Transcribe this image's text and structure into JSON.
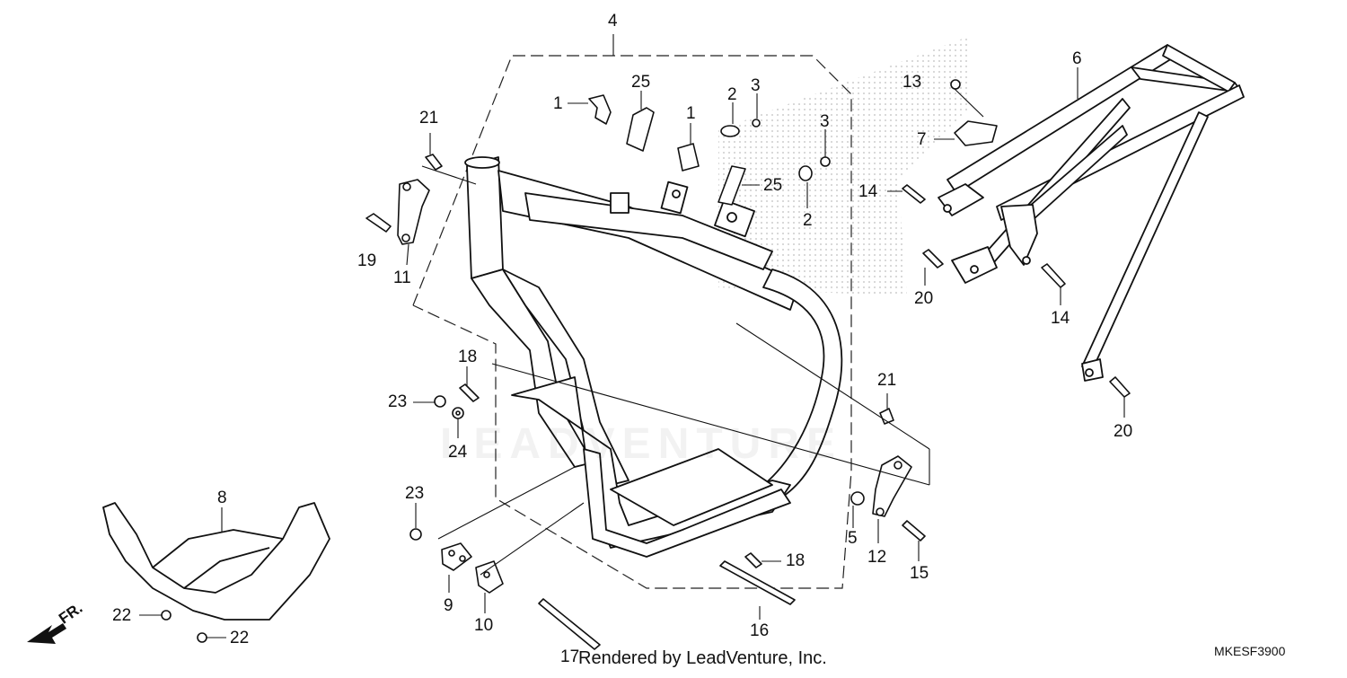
{
  "diagram": {
    "credit": "Rendered by LeadVenture, Inc.",
    "diagram_code": "MKESF3900",
    "direction_label": "FR.",
    "watermark": "LEADVENTURE"
  },
  "callouts": [
    {
      "id": "c4",
      "text": "4"
    },
    {
      "id": "c1a",
      "text": "1"
    },
    {
      "id": "c25a",
      "text": "25"
    },
    {
      "id": "c2a",
      "text": "2"
    },
    {
      "id": "c3a",
      "text": "3"
    },
    {
      "id": "c1b",
      "text": "1"
    },
    {
      "id": "c3b",
      "text": "3"
    },
    {
      "id": "c25b",
      "text": "25"
    },
    {
      "id": "c2b",
      "text": "2"
    },
    {
      "id": "c21a",
      "text": "21"
    },
    {
      "id": "c19",
      "text": "19"
    },
    {
      "id": "c11",
      "text": "11"
    },
    {
      "id": "c13",
      "text": "13"
    },
    {
      "id": "c6",
      "text": "6"
    },
    {
      "id": "c7",
      "text": "7"
    },
    {
      "id": "c14a",
      "text": "14"
    },
    {
      "id": "c20a",
      "text": "20"
    },
    {
      "id": "c14b",
      "text": "14"
    },
    {
      "id": "c20b",
      "text": "20"
    },
    {
      "id": "c21b",
      "text": "21"
    },
    {
      "id": "c18a",
      "text": "18"
    },
    {
      "id": "c23a",
      "text": "23"
    },
    {
      "id": "c24",
      "text": "24"
    },
    {
      "id": "c8",
      "text": "8"
    },
    {
      "id": "c23b",
      "text": "23"
    },
    {
      "id": "c9",
      "text": "9"
    },
    {
      "id": "c10",
      "text": "10"
    },
    {
      "id": "c22a",
      "text": "22"
    },
    {
      "id": "c22b",
      "text": "22"
    },
    {
      "id": "c17",
      "text": "17"
    },
    {
      "id": "c16",
      "text": "16"
    },
    {
      "id": "c18b",
      "text": "18"
    },
    {
      "id": "c5",
      "text": "5"
    },
    {
      "id": "c12",
      "text": "12"
    },
    {
      "id": "c15",
      "text": "15"
    }
  ]
}
